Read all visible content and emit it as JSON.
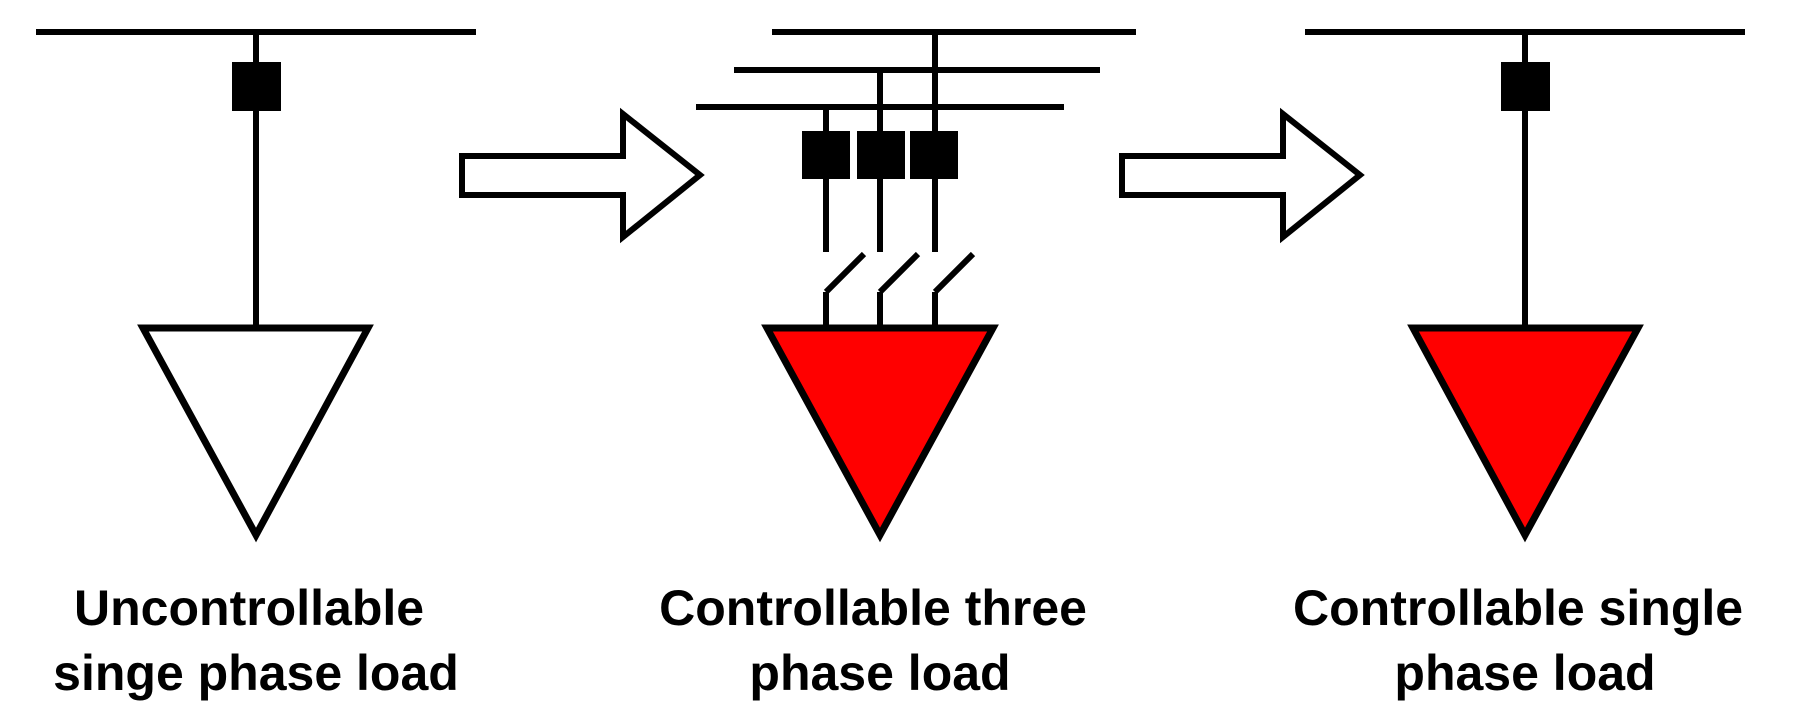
{
  "colors": {
    "line": "#000000",
    "uncontrollable_fill": "#ffffff",
    "controllable_fill": "#ff0000",
    "background": "#ffffff"
  },
  "panels": [
    {
      "id": "uncontrollable-single",
      "label_lines": [
        "Uncontrollable",
        "singe phase load"
      ],
      "load_fill": "#ffffff"
    },
    {
      "id": "controllable-three",
      "label_lines": [
        "Controllable three",
        "phase load"
      ],
      "load_fill": "#ff0000"
    },
    {
      "id": "controllable-single",
      "label_lines": [
        "Controllable single",
        "phase load"
      ],
      "load_fill": "#ff0000"
    }
  ],
  "arrows": [
    {
      "from": "uncontrollable-single",
      "to": "controllable-three",
      "icon": "hollow-right-arrow"
    },
    {
      "from": "controllable-three",
      "to": "controllable-single",
      "icon": "hollow-right-arrow"
    }
  ]
}
